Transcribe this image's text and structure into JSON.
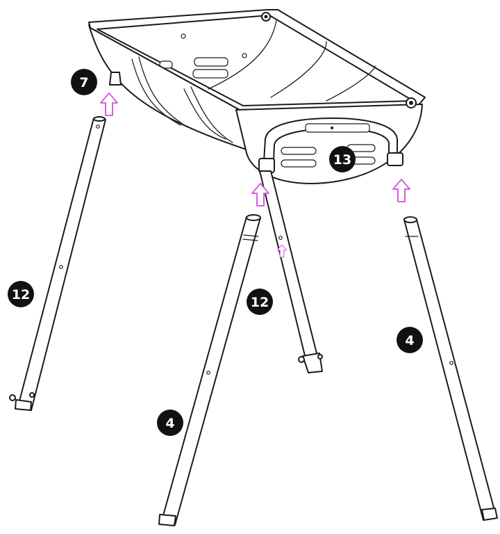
{
  "colors": {
    "badge": "#111111",
    "arrow": "#d85fe0",
    "line": "#1a1a1a"
  },
  "callouts": {
    "grill_bracket": "7",
    "handle": "13",
    "leg_left": "12",
    "leg_center": "12",
    "leg_front": "4",
    "leg_right": "4"
  },
  "icons": [
    "arrow-up-icon"
  ]
}
